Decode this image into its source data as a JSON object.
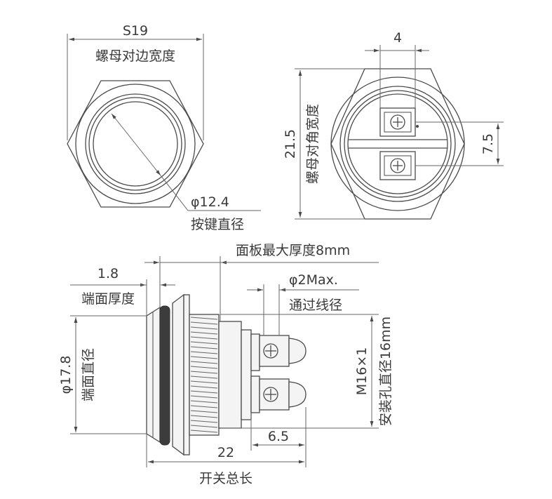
{
  "colors": {
    "line": "#4a4a4a",
    "text": "#3a3a3a",
    "background": "#ffffff"
  },
  "front_view": {
    "hex_size": "S19",
    "hex_size_desc": "螺母对边宽度",
    "button_dia": "φ12.4",
    "button_dia_desc": "按键直径"
  },
  "rear_view": {
    "terminal_width": "4",
    "corner_width": "21.5",
    "corner_width_desc": "螺母对角宽度",
    "terminal_pitch": "7.5"
  },
  "side_view": {
    "panel_thickness": "面板最大厚度8mm",
    "end_thickness": "1.8",
    "end_thickness_desc": "端面厚度",
    "wire_dia": "φ2Max.",
    "wire_dia_desc": "通过线径",
    "end_dia": "φ17.8",
    "end_dia_desc": "端面直径",
    "thread": "M16×1",
    "mount_hole": "安装孔直径16mm",
    "terminal_len": "6.5",
    "total_len": "22",
    "total_len_desc": "开关总长"
  }
}
